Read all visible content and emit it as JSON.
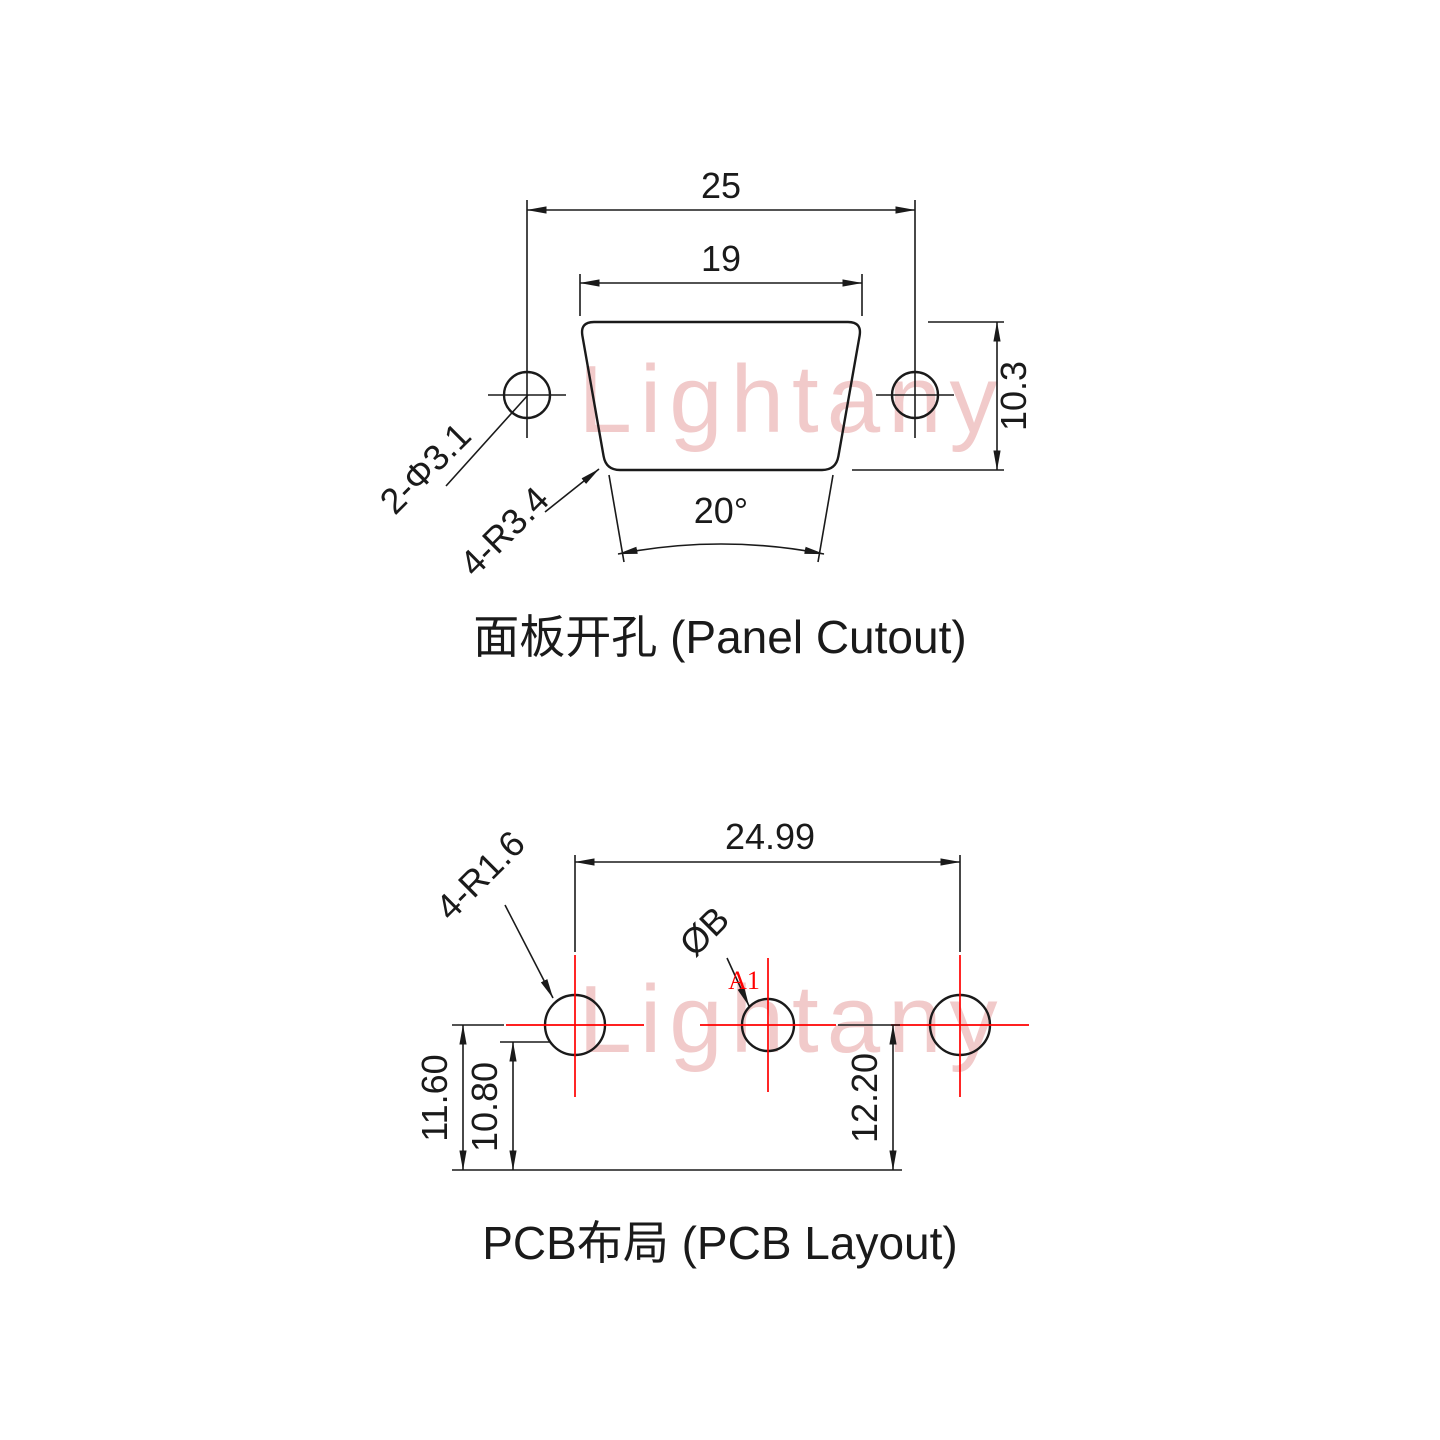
{
  "watermark": "Lightany",
  "colors": {
    "ink": "#1a1a1a",
    "red": "#ff0000",
    "watermark": "#f1caca"
  },
  "panel": {
    "title": "面板开孔 (Panel Cutout)",
    "dim_outer_width": "25",
    "dim_inner_width": "19",
    "dim_height": "10.3",
    "label_holes": "2-Φ3.1",
    "label_corner_radius": "4-R3.4",
    "dim_angle": "20°"
  },
  "pcb": {
    "title": "PCB布局 (PCB Layout)",
    "dim_span": "24.99",
    "label_pad_radius": "4-R1.6",
    "label_hole_diameter": "ØB",
    "pin_label": "A1",
    "dim_left_outer": "11.60",
    "dim_left_inner": "10.80",
    "dim_right": "12.20"
  }
}
